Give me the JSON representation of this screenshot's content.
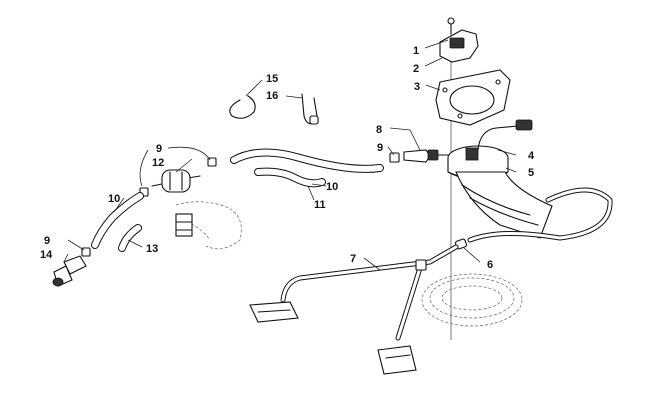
{
  "callouts": {
    "c1": "1",
    "c2": "2",
    "c3": "3",
    "c4": "4",
    "c5": "5",
    "c6": "6",
    "c7": "7",
    "c8": "8",
    "c9a": "9",
    "c9b": "9",
    "c9c": "9",
    "c10a": "10",
    "c10b": "10",
    "c11": "11",
    "c12": "12",
    "c13": "13",
    "c14": "14",
    "c15": "15",
    "c16": "16"
  }
}
